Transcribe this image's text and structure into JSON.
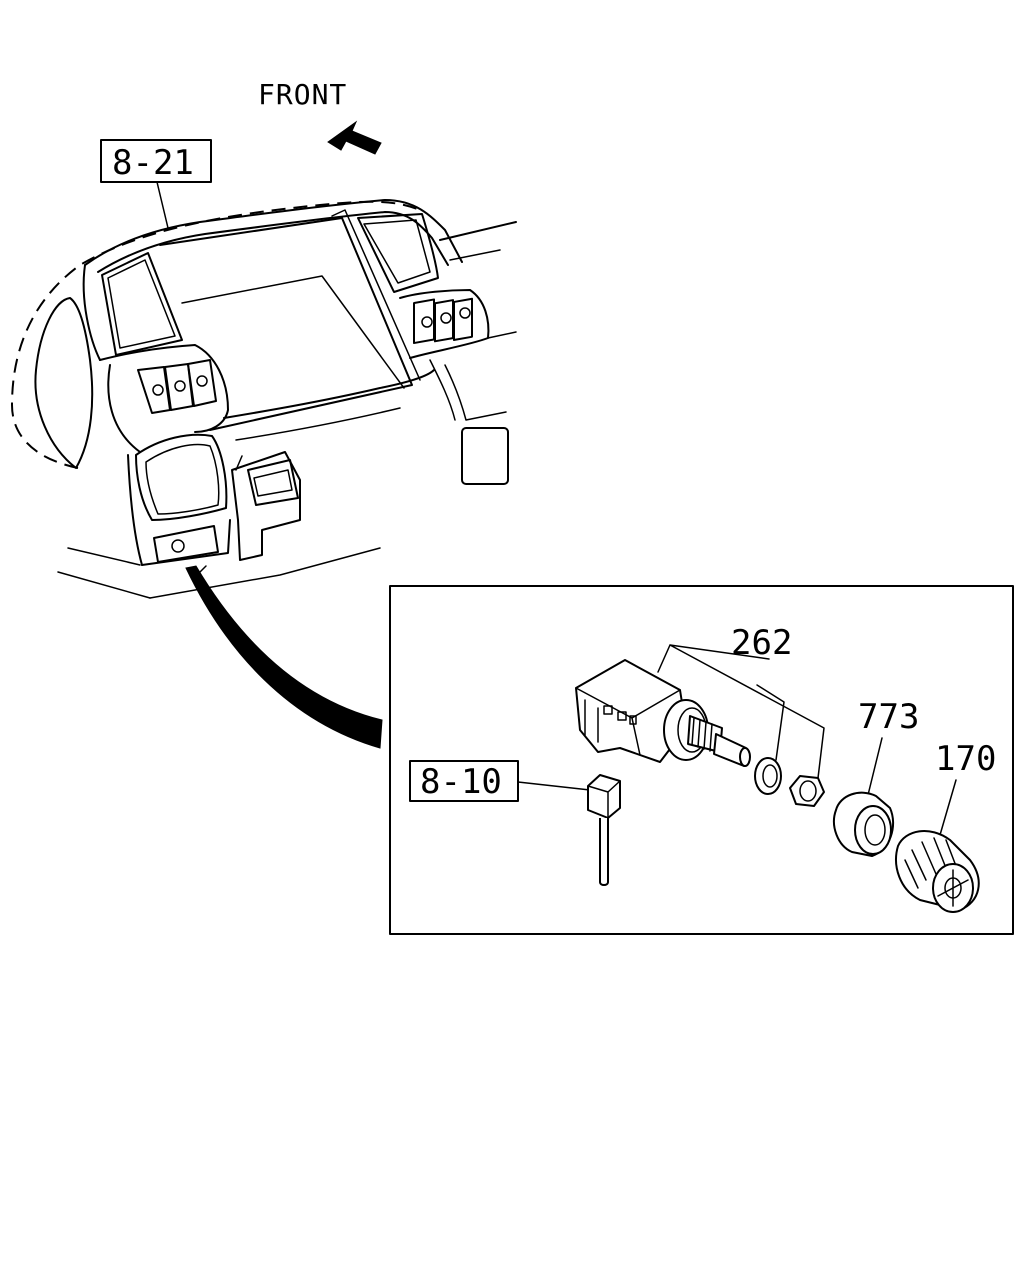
{
  "labels": {
    "direction": "FRONT",
    "ref_dashboard": "8-21",
    "ref_connector": "8-10",
    "part_switch_assembly": "262",
    "part_bezel_nut": "773",
    "part_knob": "170"
  },
  "colors": {
    "ink": "#000000",
    "paper": "#ffffff"
  },
  "icons": {
    "direction": "front-arrow-icon"
  }
}
